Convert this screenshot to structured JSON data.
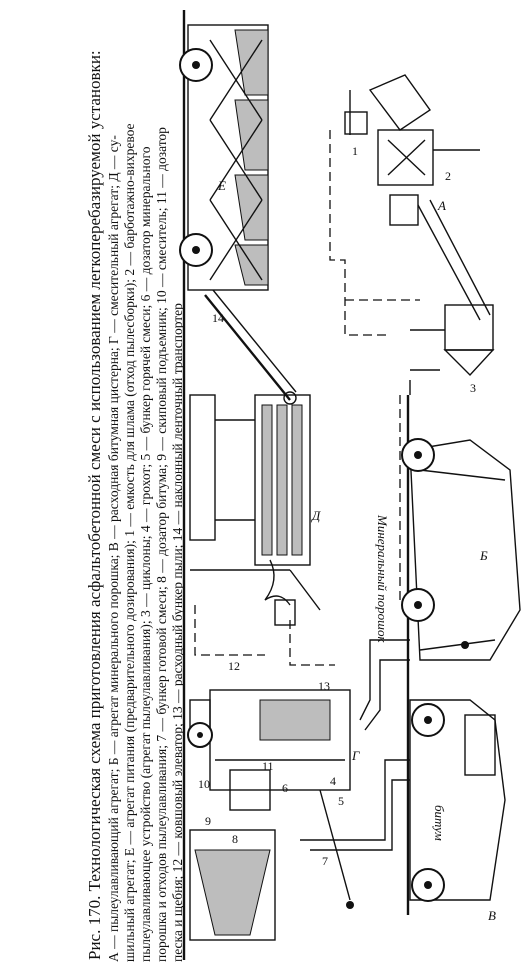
{
  "caption": {
    "title": "Рис. 170. Технологическая схема приготовления асфальтобетонной смеси с использованием легкоперебазируемой установки:",
    "lines": [
      "А — пылеулавливающий агрегат; Б — агрегат минерального порошка; В — расходная битумная цистерна; Г — смесительный агрегат; Д — су-",
      "шильный агрегат; Е — агрегат питания (предварительного дозирования); 1 — емкость для шлама (отход пылесборки); 2 — барботажно-вихревое",
      "пылеулавливающее устройство (агрегат пылеулавливания); 3 — циклоны; 4 — грохот; 5 — бункер горячей смеси; 6 — дозатор минерального",
      "порошка и отходов пылеулавливания; 7 — бункер готовой смеси; 8 — дозатор битума; 9 — скиповый подъемник; 10 — смеситель; 11 — дозатор",
      "песка и щебня; 12 — ковшовый элеватор; 13 — расходный бункер пыли; 14 — наклонный ленточный транспортер"
    ]
  },
  "labels": {
    "unit_A": "А",
    "unit_B": "Б",
    "unit_V": "В",
    "unit_G": "Г",
    "unit_D": "Д",
    "unit_E": "Е",
    "tank_mineral": "Минеральный порошок",
    "tank_bitumen": "битум"
  },
  "numbers": [
    "1",
    "2",
    "3",
    "4",
    "5",
    "6",
    "7",
    "8",
    "9",
    "10",
    "11",
    "12",
    "13",
    "14"
  ]
}
